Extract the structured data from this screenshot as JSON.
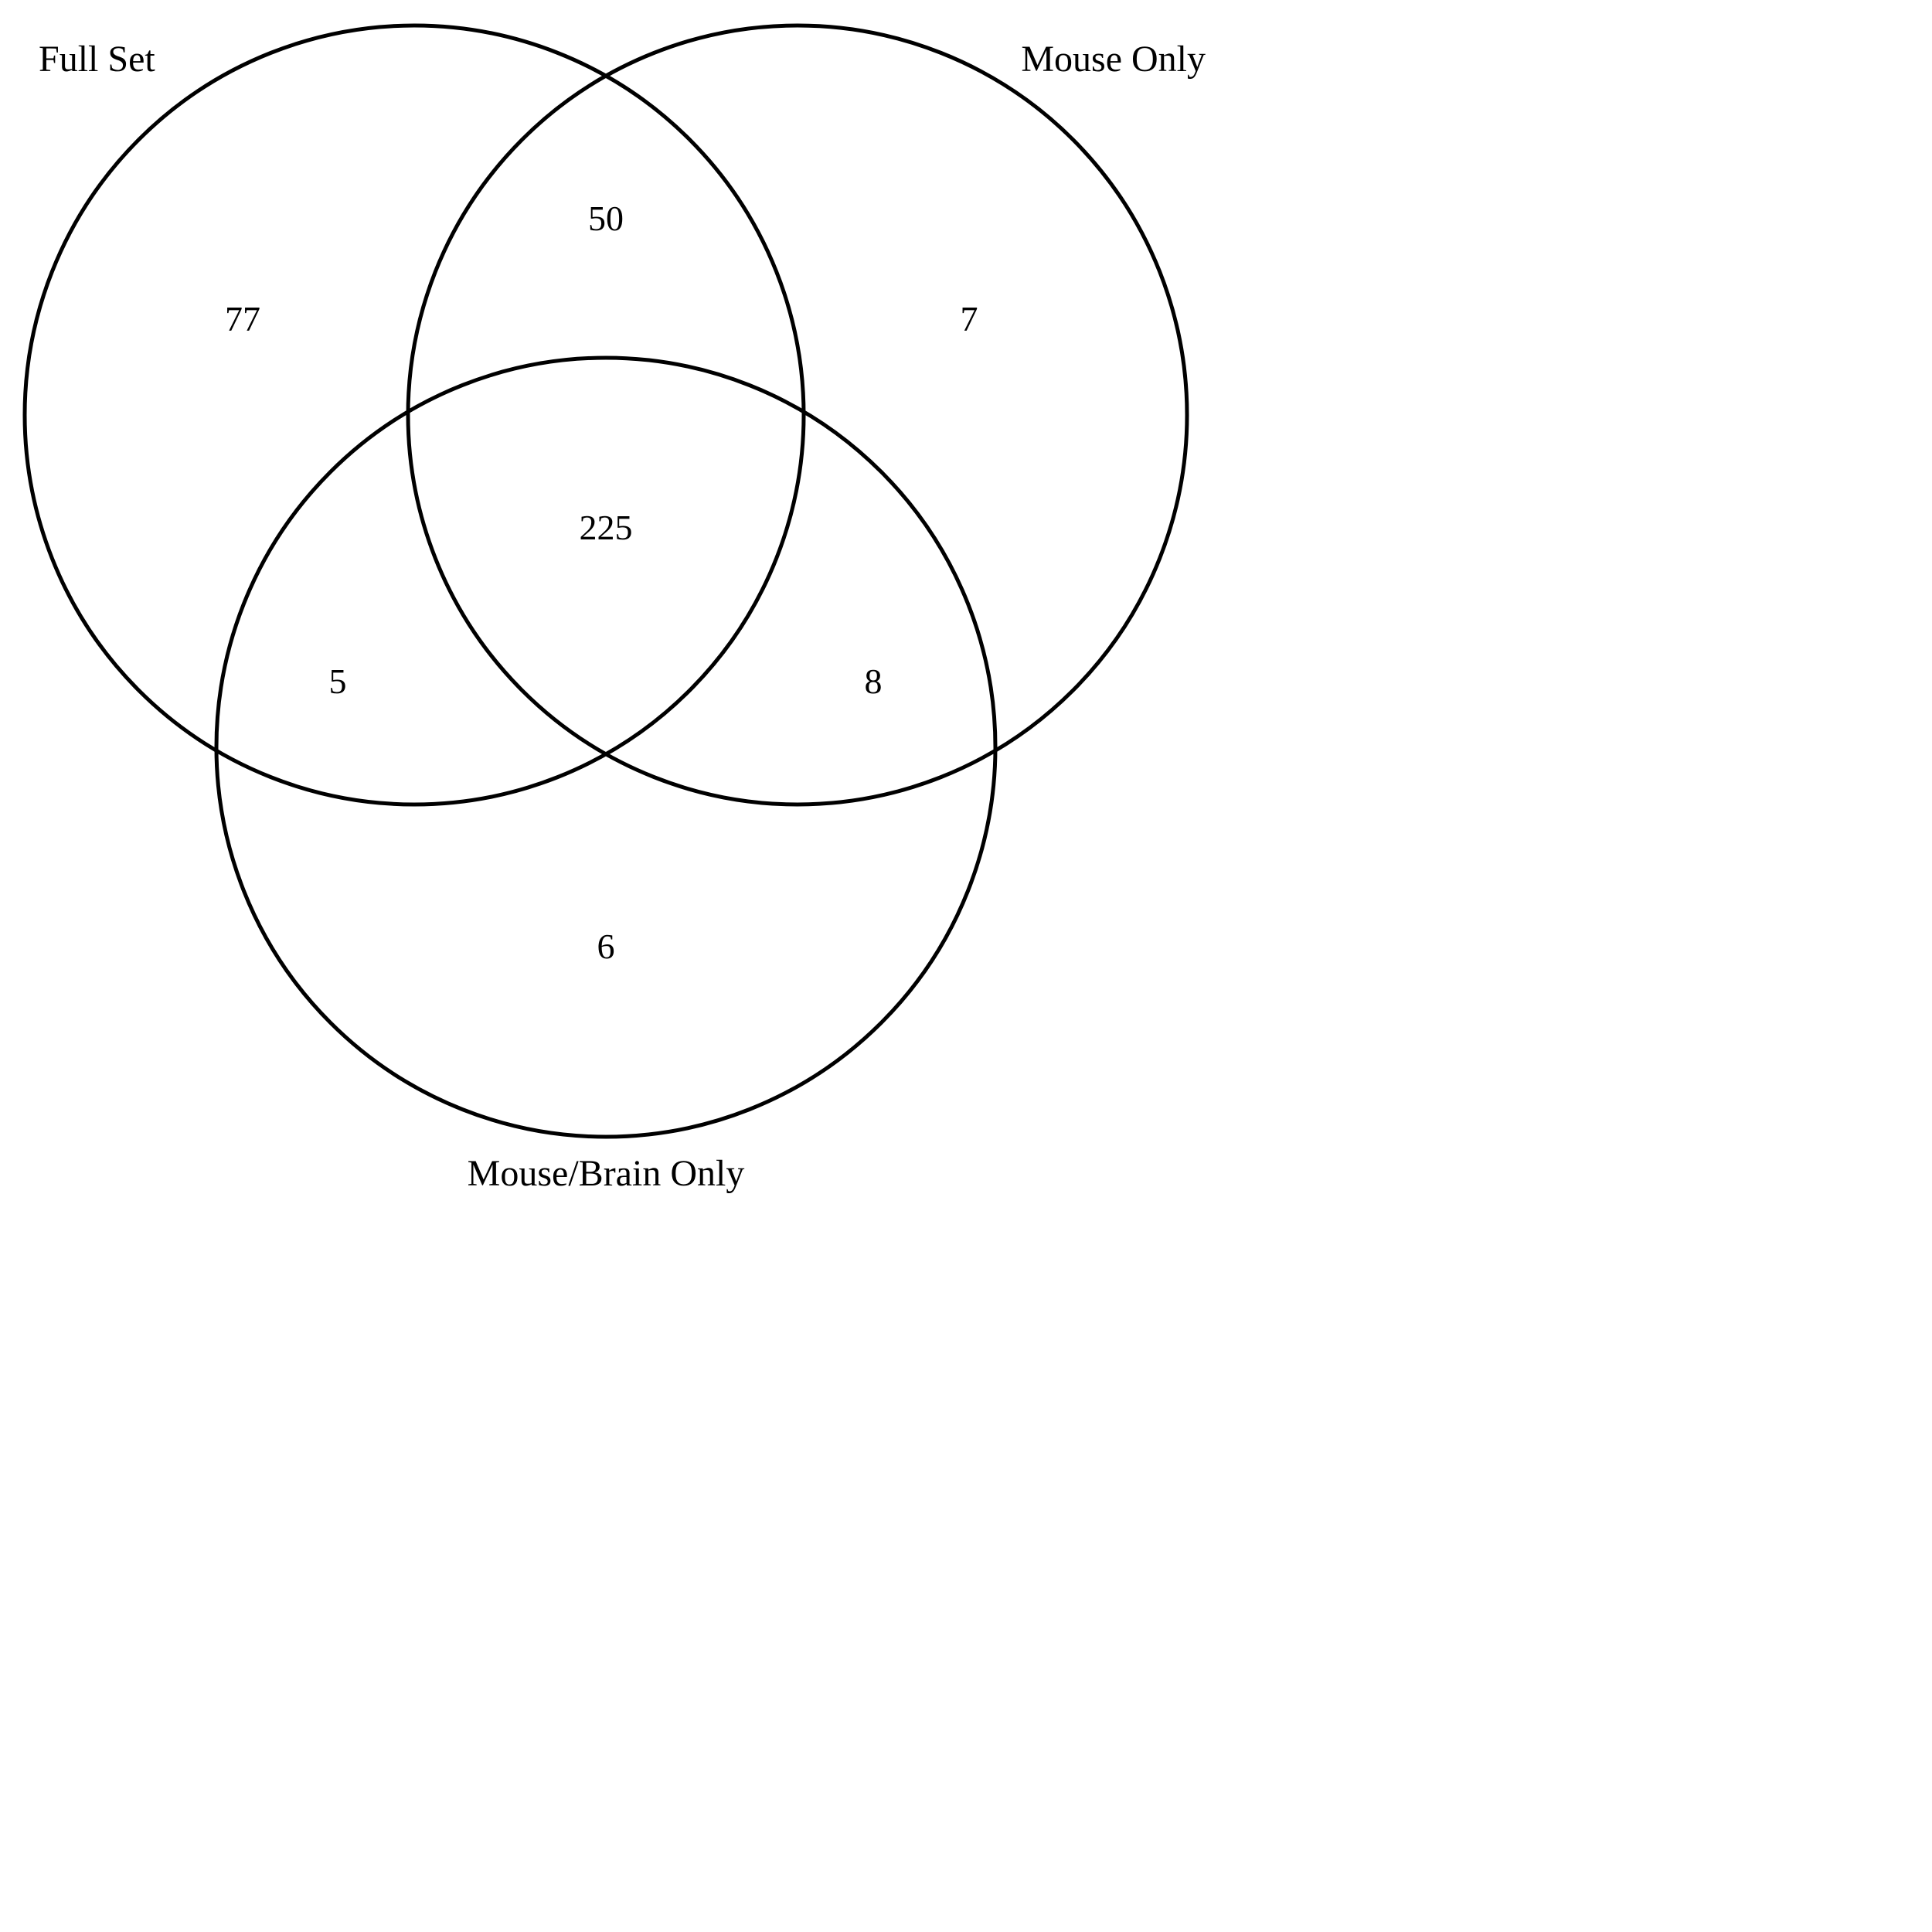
{
  "diagram": {
    "type": "venn",
    "colors": {
      "stroke": "#000000",
      "text": "#000000",
      "background": "#ffffff"
    },
    "sets": [
      {
        "id": "full-set",
        "label": "Full Set"
      },
      {
        "id": "mouse-only",
        "label": "Mouse Only"
      },
      {
        "id": "mouse-brain-only",
        "label": "Mouse/Brain Only"
      }
    ],
    "regions": {
      "full_set_only": "77",
      "full_set_and_mouse_only": "50",
      "mouse_only_only": "7",
      "all_three": "225",
      "full_set_and_mouse_brain_only": "5",
      "mouse_only_and_mouse_brain_only": "8",
      "mouse_brain_only_only": "6"
    }
  }
}
